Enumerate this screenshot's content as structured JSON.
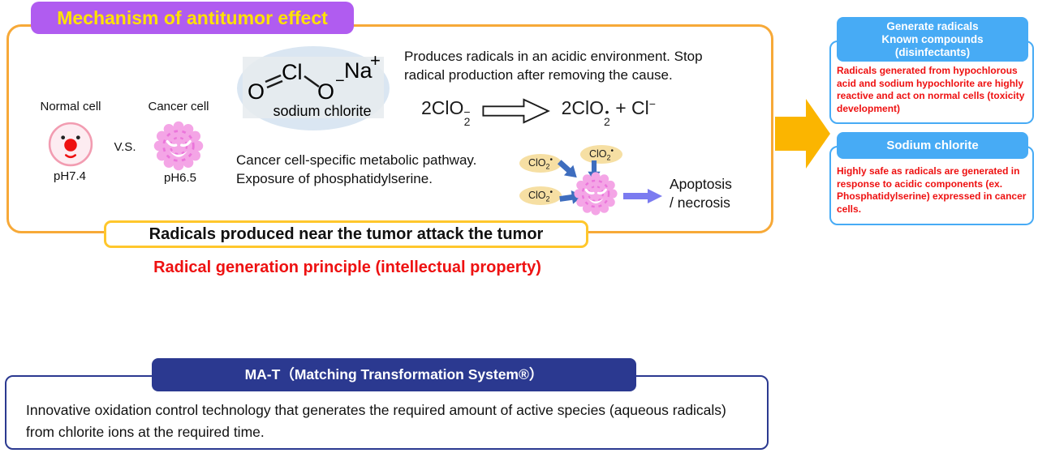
{
  "colors": {
    "title_bg_purple": "#B05CF0",
    "title_text_yellow": "#FFE200",
    "panel_border_orange": "#F7A938",
    "banner_border_yellow": "#FFC72C",
    "big_arrow_orange": "#FBB500",
    "side_header_blue": "#47ABF5",
    "alert_red": "#EE1111",
    "mat_navy": "#2B3990",
    "attack_arrow_blue": "#3E6DBE",
    "apoptosis_arrow_periwinkle": "#7B7BF0",
    "radical_bubble_tan": "#F6DFA3"
  },
  "title": "Mechanism of antitumor effect",
  "panel": {
    "normal_cell_label": "Normal cell",
    "normal_cell_ph": "pH7.4",
    "vs_label": "V.S.",
    "cancer_cell_label": "Cancer cell",
    "cancer_cell_ph": "pH6.5",
    "structure": {
      "o_left": "O",
      "cl": "Cl",
      "o_right": "O",
      "o_right_charge": "−",
      "na": "Na",
      "na_charge": "+",
      "caption": "sodium chlorite"
    },
    "acidic_text": "Produces radicals in an acidic environment. Stop radical production after removing the cause.",
    "equation": {
      "lhs_base": "2ClO",
      "lhs_sup": "−",
      "lhs_sub": "2",
      "rhs_base": "2ClO",
      "rhs_sup": "•",
      "rhs_sub": "2",
      "plus": "+",
      "chloride": "Cl",
      "chloride_sup": "−"
    },
    "metabolic_text": "Cancer cell-specific metabolic pathway. Exposure of phosphatidylserine.",
    "radical": {
      "base": "ClO",
      "sub": "2",
      "dot": "•"
    },
    "apoptosis_line1": "Apoptosis",
    "apoptosis_line2": "/ necrosis"
  },
  "banner_text": "Radicals produced near the tumor attack the tumor",
  "principle_text": "Radical generation principle (intellectual property)",
  "right_panels": [
    {
      "header_lines": [
        "Generate radicals",
        "Known compounds",
        "(disinfectants)"
      ],
      "body": "Radicals generated from hypochlorous acid and sodium hypochlorite are highly reactive and act on normal cells (toxicity development)"
    },
    {
      "header_lines": [
        "Sodium chlorite"
      ],
      "body": "Highly safe as radicals are generated in response to acidic components (ex. Phosphatidylserine) expressed in cancer cells."
    }
  ],
  "mat": {
    "header": "MA-T（Matching Transformation System®）",
    "body": "Innovative oxidation control technology that generates the required amount of active species (aqueous radicals) from chlorite ions at the required time."
  }
}
